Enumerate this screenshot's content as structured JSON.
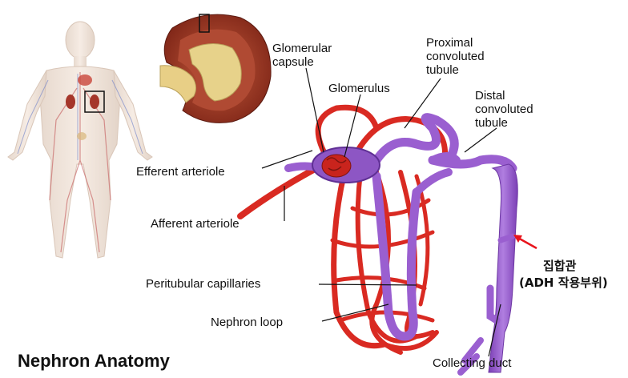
{
  "title": "Nephron Anatomy",
  "labels": {
    "glomerular_capsule": [
      "Glomerular",
      "capsule"
    ],
    "glomerulus": "Glomerulus",
    "proximal_tubule": [
      "Proximal",
      "convoluted",
      "tubule"
    ],
    "distal_tubule": [
      "Distal",
      "convoluted",
      "tubule"
    ],
    "efferent_arteriole": "Efferent arteriole",
    "afferent_arteriole": "Afferent arteriole",
    "peritubular_capillaries": "Peritubular capillaries",
    "nephron_loop": "Nephron loop",
    "collecting_duct": "Collecting duct"
  },
  "annotation": {
    "line1": "집합관",
    "line2": "(ADH 작용부위)",
    "arrow_color": "#e8141c"
  },
  "colors": {
    "artery_red": "#d92a22",
    "tubule_purple": "#9a5fd0",
    "kidney_brown": "#8c2f1f",
    "body_skin": "#efe2d8"
  }
}
